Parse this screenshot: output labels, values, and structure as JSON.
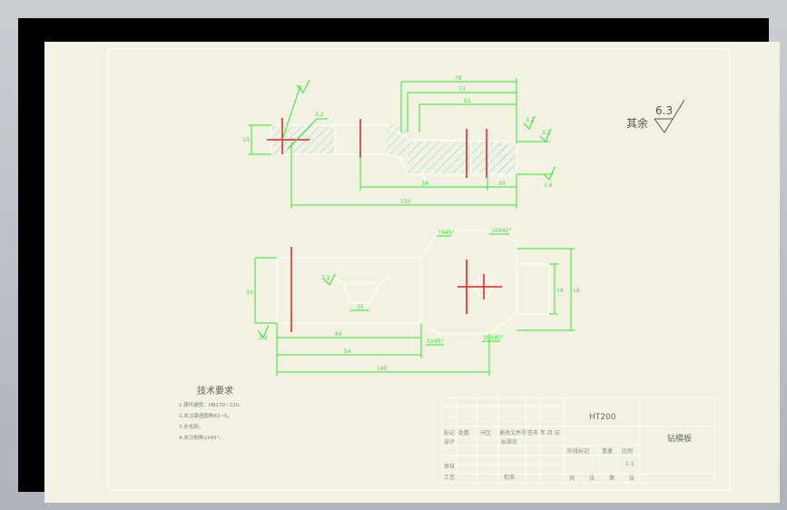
{
  "rough_remainder": {
    "label": "其余",
    "value": "6.3"
  },
  "tech": {
    "title": "技术要求",
    "notes": [
      "1.铸件硬度：HB170~220。",
      "2.未注铸造圆角R3~5。",
      "3.去毛刺。",
      "4.未注倒角1X45°。"
    ]
  },
  "title_block": {
    "material": "HT200",
    "part_name": "钻模板",
    "scale": "1:1",
    "row_headers": [
      "标记",
      "处数",
      "分区",
      "更改文件号",
      "签名",
      "年.月.日"
    ],
    "design": "设计",
    "standardize": "标准化",
    "review": "审核",
    "process": "工艺",
    "approve": "批准",
    "stage_mark": "阶段标记",
    "weight": "重量",
    "scale_label": "比例",
    "sheet_labels": [
      "共",
      "张",
      "第",
      "张"
    ]
  },
  "dims": {
    "d78": "78",
    "d73": "73",
    "d61": "61",
    "d34": "34",
    "d30": "30",
    "d150": "150",
    "d140": "140",
    "d64": "64",
    "d54": "54",
    "d35": "35",
    "d25": "25",
    "d18": "18",
    "d16": "16",
    "d10": "10",
    "c_tl": "7X45°",
    "c_tr": "10X45°",
    "c_bl": "5X45°",
    "c_br": "10X45°",
    "r1": "3.2",
    "r2": "3.2",
    "r3": "3.2",
    "r4": "3.2",
    "r5": "3.2",
    "r6": "1.6"
  }
}
